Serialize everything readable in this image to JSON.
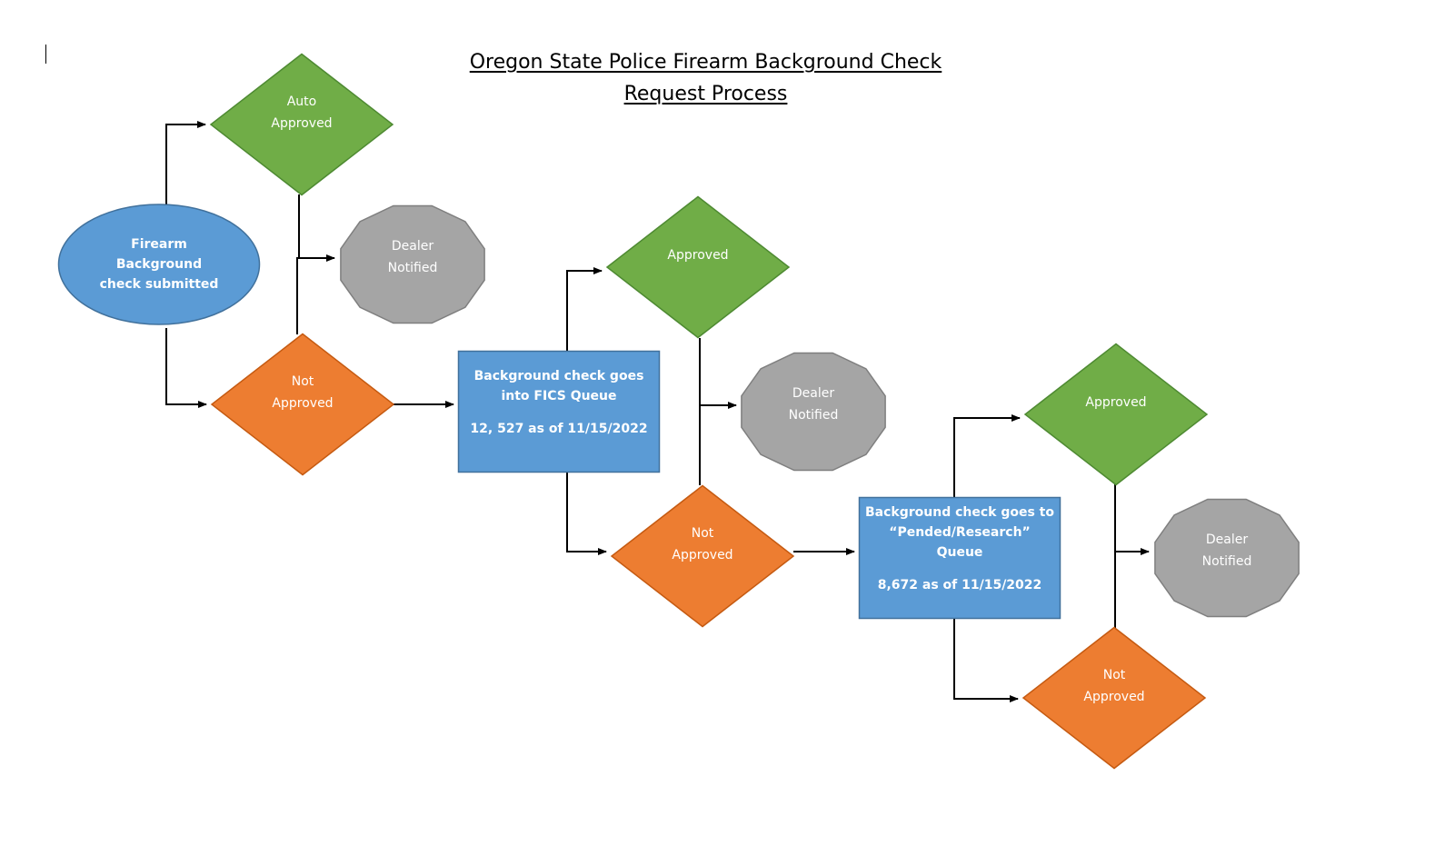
{
  "title": {
    "line1": "Oregon State Police Firearm Background Check",
    "line2": "Request Process"
  },
  "colors": {
    "green": "#70AD47",
    "green_border": "#4E8A32",
    "orange": "#ED7D31",
    "orange_border": "#C55A11",
    "blue": "#5B9BD5",
    "blue_border": "#41719C",
    "gray": "#A5A5A5",
    "gray_border": "#7F7F7F",
    "connector": "#000000",
    "label_text": "#FFFFFF"
  },
  "nodes": {
    "start": {
      "shape": "ellipse",
      "lines": [
        "Firearm",
        "Background",
        "check submitted"
      ]
    },
    "auto_approved": {
      "shape": "diamond",
      "lines": [
        "Auto",
        "Approved"
      ]
    },
    "dealer_notified_1": {
      "shape": "dodecagon",
      "lines": [
        "Dealer",
        "Notified"
      ]
    },
    "not_approved_1": {
      "shape": "diamond",
      "lines": [
        "Not",
        "Approved"
      ]
    },
    "fics_queue": {
      "shape": "rectangle",
      "lines": [
        "Background check goes",
        "into FICS Queue"
      ],
      "count_line": "12, 527 as of 11/15/2022"
    },
    "approved_2": {
      "shape": "diamond",
      "lines": [
        "Approved"
      ]
    },
    "dealer_notified_2": {
      "shape": "dodecagon",
      "lines": [
        "Dealer",
        "Notified"
      ]
    },
    "not_approved_2": {
      "shape": "diamond",
      "lines": [
        "Not",
        "Approved"
      ]
    },
    "pended_queue": {
      "shape": "rectangle",
      "lines": [
        "Background check goes to",
        "“Pended/Research”",
        "Queue"
      ],
      "count_line": "8,672 as of 11/15/2022"
    },
    "approved_3": {
      "shape": "diamond",
      "lines": [
        "Approved"
      ]
    },
    "dealer_notified_3": {
      "shape": "dodecagon",
      "lines": [
        "Dealer",
        "Notified"
      ]
    },
    "not_approved_3": {
      "shape": "diamond",
      "lines": [
        "Not",
        "Approved"
      ]
    }
  },
  "edges": [
    {
      "from": "start",
      "to": "auto_approved"
    },
    {
      "from": "start",
      "to": "not_approved_1"
    },
    {
      "from": "auto_approved",
      "to": "dealer_notified_1"
    },
    {
      "from": "not_approved_1",
      "to": "fics_queue"
    },
    {
      "from": "fics_queue",
      "to": "approved_2"
    },
    {
      "from": "fics_queue",
      "to": "not_approved_2"
    },
    {
      "from": "approved_2",
      "to": "dealer_notified_2"
    },
    {
      "from": "not_approved_2",
      "to": "pended_queue"
    },
    {
      "from": "pended_queue",
      "to": "approved_3"
    },
    {
      "from": "pended_queue",
      "to": "not_approved_3"
    },
    {
      "from": "approved_3",
      "to": "dealer_notified_3"
    }
  ]
}
